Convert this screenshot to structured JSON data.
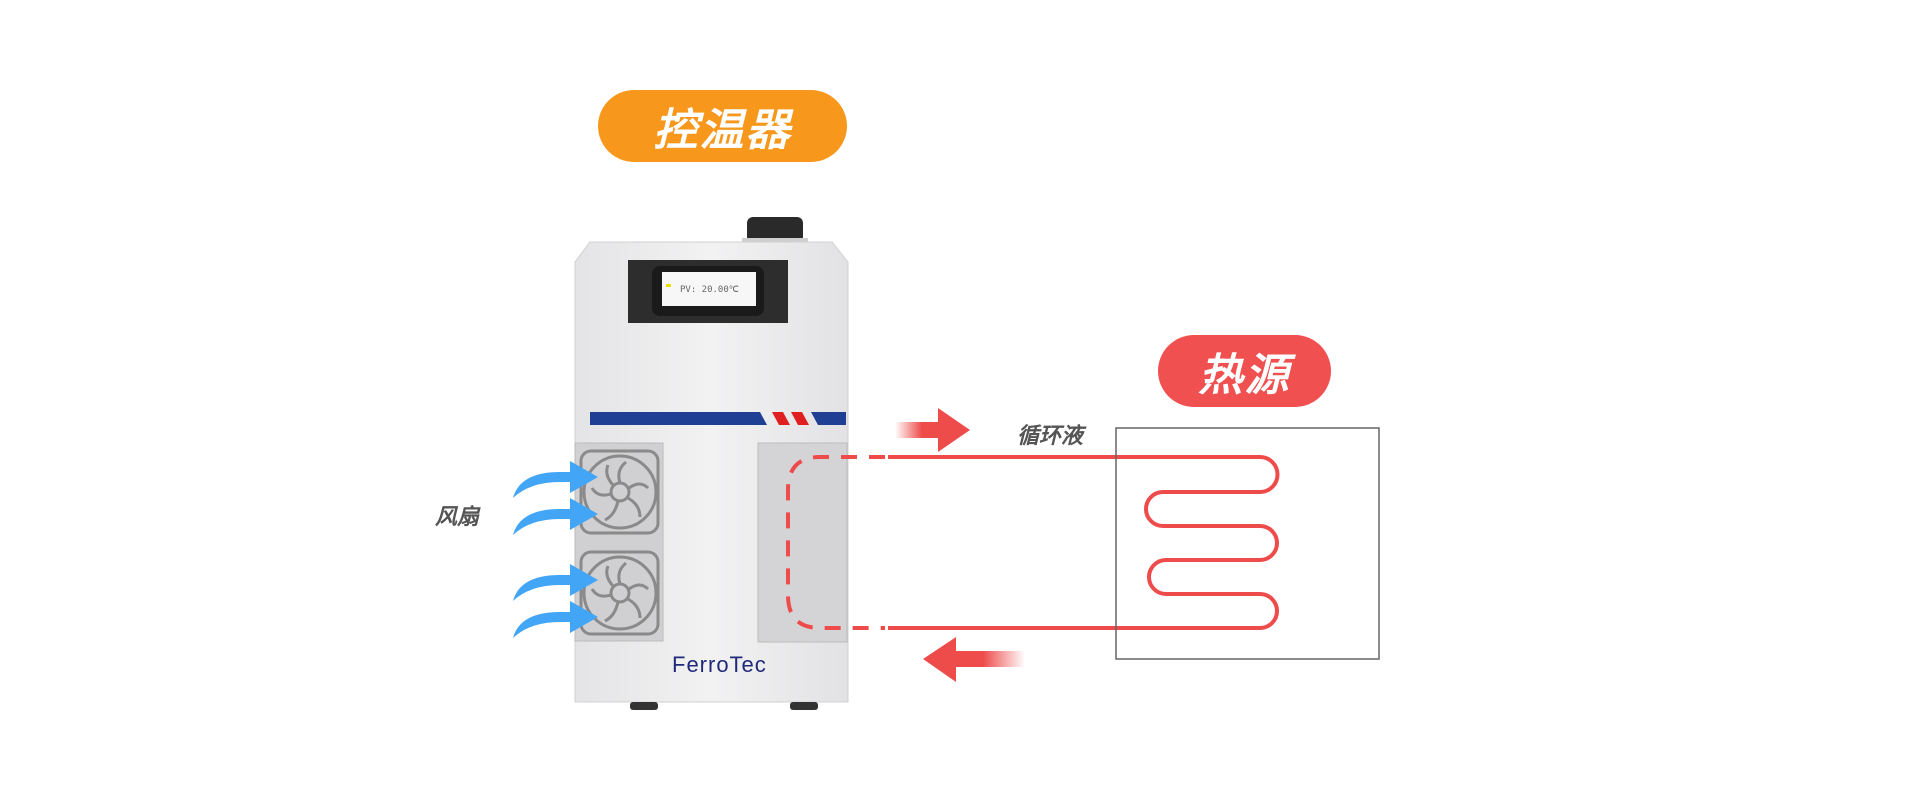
{
  "labels": {
    "controller": "控温器",
    "heat_source": "热源",
    "circulating_fluid": "循环液",
    "fan": "风扇"
  },
  "device": {
    "brand": "FerroTec",
    "screen_readout": "PV: 20.00℃"
  },
  "colors": {
    "controller_pill": "#F7981D",
    "heat_pill": "#F05050",
    "fluid_line": "#EE4B4B",
    "airflow": "#42A5F5",
    "stripe_blue": "#1E3F94",
    "stripe_red": "#E02020"
  }
}
